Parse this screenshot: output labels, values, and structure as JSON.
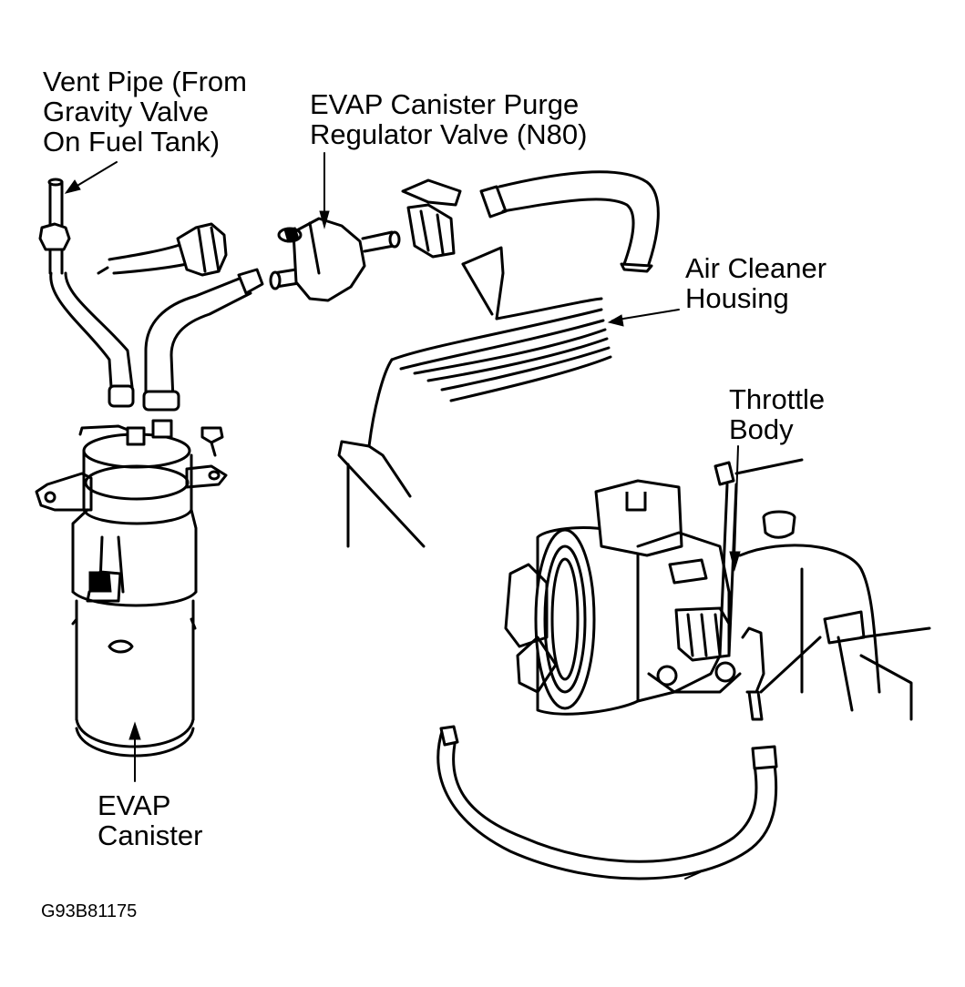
{
  "labels": {
    "vent_pipe": [
      "Vent Pipe (From",
      "Gravity Valve",
      "On Fuel Tank)"
    ],
    "purge_valve": [
      "EVAP Canister Purge",
      "Regulator Valve (N80)"
    ],
    "air_cleaner": [
      "Air Cleaner",
      "Housing"
    ],
    "throttle_body": [
      "Throttle",
      "Body"
    ],
    "evap_canister": [
      "EVAP",
      "Canister"
    ]
  },
  "figure_id": "G93B81175",
  "colors": {
    "line": "#000000",
    "background": "#ffffff"
  }
}
